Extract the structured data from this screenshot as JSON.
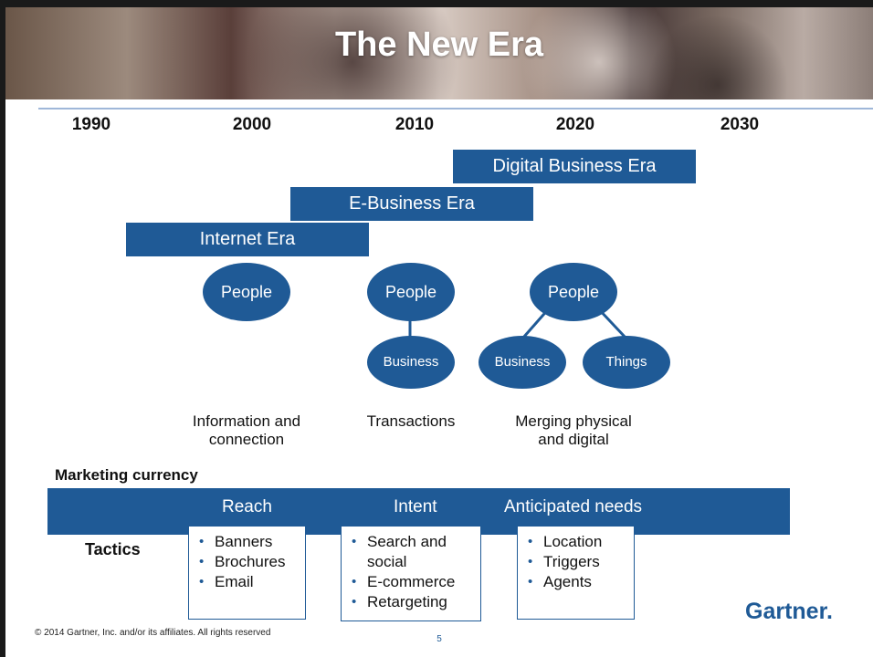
{
  "title": "The New Era",
  "years": [
    "1990",
    "2000",
    "2010",
    "2020",
    "2030"
  ],
  "eras": {
    "digital": "Digital Business Era",
    "ebusiness": "E-Business Era",
    "internet": "Internet Era"
  },
  "nodes": {
    "people": "People",
    "business": "Business",
    "things": "Things"
  },
  "captions": {
    "internet": [
      "Information and",
      "connection"
    ],
    "ebusiness": "Transactions",
    "digital": [
      "Merging physical",
      "and digital"
    ]
  },
  "marketing_currency_label": "Marketing currency",
  "currency": {
    "reach": "Reach",
    "intent": "Intent",
    "anticipated": "Anticipated needs"
  },
  "tactics_label": "Tactics",
  "tactics": {
    "reach": [
      "Banners",
      "Brochures",
      "Email"
    ],
    "intent": [
      "Search and social",
      "E-commerce",
      "Retargeting"
    ],
    "anticipated": [
      "Location",
      "Triggers",
      "Agents"
    ]
  },
  "colors": {
    "brand_blue": "#1f5a96",
    "rule_blue": "#9fb7d9"
  },
  "logo_text": "Gartner",
  "logo_dot": ".",
  "copyright": "© 2014 Gartner, Inc. and/or its affiliates. All rights reserved",
  "page_number": "5"
}
